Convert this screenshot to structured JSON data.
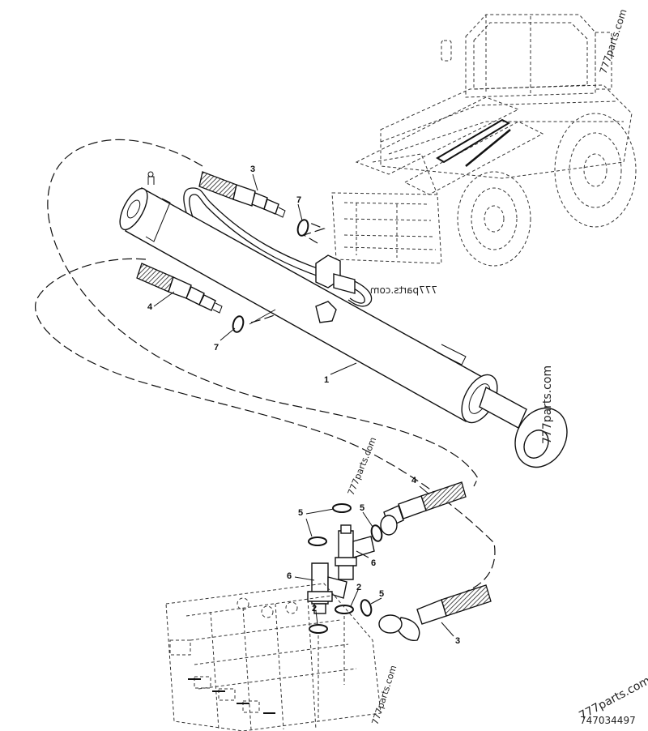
{
  "callouts": {
    "c3_top": "3",
    "c7_top": "7",
    "c4_left": "4",
    "c7_mid": "7",
    "c1": "1",
    "c4_right": "4",
    "c5_a": "5",
    "c5_b": "5",
    "c6_a": "6",
    "c6_b": "6",
    "c2_a": "2",
    "c2_b": "2",
    "c5_c": "5",
    "c3_bottom": "3"
  },
  "watermarks": {
    "top_right": "777parts.com",
    "mid_mirrored": "777parts.com",
    "cylinder_end": "777parts.com",
    "center": "777parts.com",
    "bottom_center": "777parts.com",
    "bottom_right": "777parts.com"
  },
  "drawing_number": "747034497"
}
